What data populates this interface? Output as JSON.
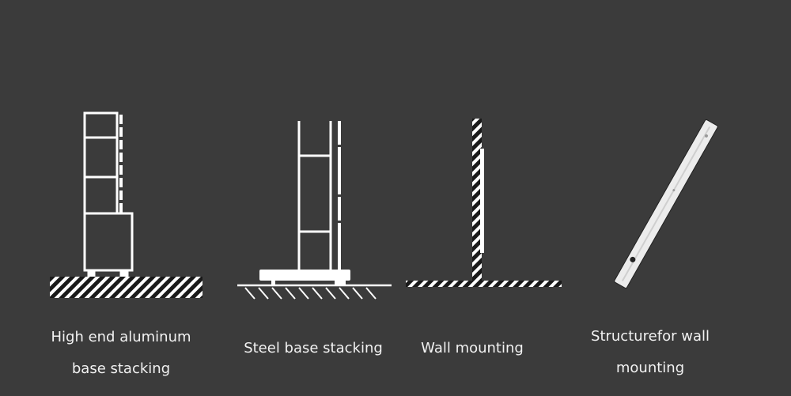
{
  "colors": {
    "background": "#3b3b3b",
    "line": "#ffffff",
    "text": "#f2f2f2"
  },
  "items": [
    {
      "label_lines": [
        "High end aluminum",
        "base stacking"
      ]
    },
    {
      "label_lines": [
        "Steel base stacking"
      ]
    },
    {
      "label_lines": [
        "Wall mounting"
      ]
    },
    {
      "label_lines": [
        "Structurefor wall",
        "mounting"
      ]
    }
  ]
}
